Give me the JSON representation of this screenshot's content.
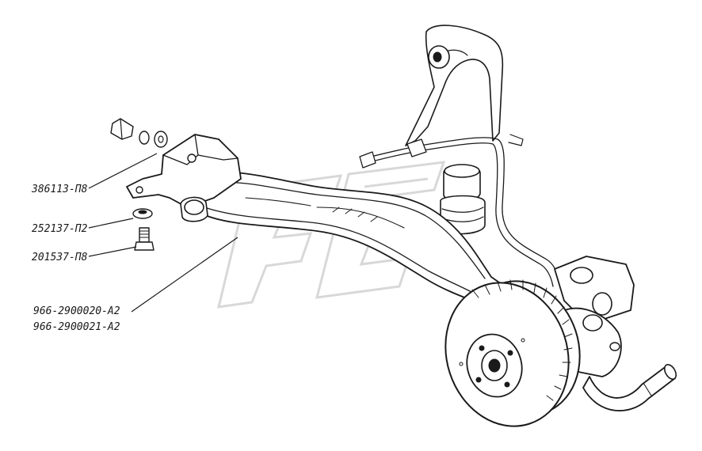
{
  "labels": [
    {
      "id": "bolt-washer-386113",
      "text": "386113-П8"
    },
    {
      "id": "washer-252137",
      "text": "252137-П2"
    },
    {
      "id": "bolt-201537",
      "text": "201537-П8"
    },
    {
      "id": "beam-left",
      "text": "966-2900020-А2"
    },
    {
      "id": "beam-right",
      "text": "966-2900021-А2"
    }
  ],
  "colors": {
    "ink": "#1a1a1a",
    "watermark": "#d8d8d8",
    "background": "#ffffff"
  }
}
